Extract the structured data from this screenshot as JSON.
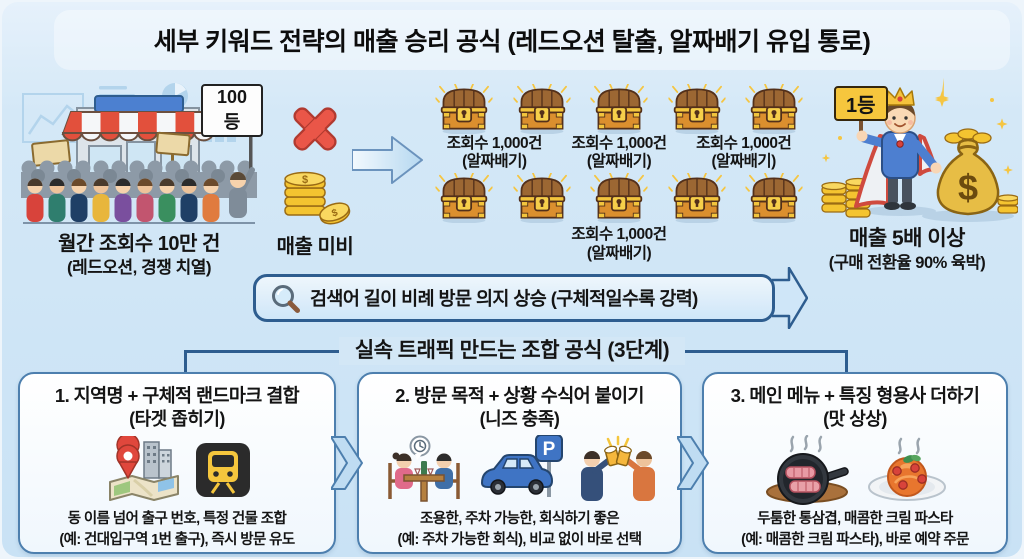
{
  "colors": {
    "background": "#cfe6f7",
    "box_border": "#4d7fae",
    "banner_border": "#2e5d8f",
    "fail_red": "#ea5648",
    "gold": "#f4c430",
    "king_blue": "#4d7fd0"
  },
  "title": "세부 키워드 전략의 매출 승리 공식 (레드오션 탈출, 알짜배기 유입 통로)",
  "red_ocean": {
    "rank_sign": "100등",
    "caption": "월간 조회수 10만 건",
    "subcaption": "(레드오션, 경쟁 치열)"
  },
  "fail": {
    "label": "매출 미비"
  },
  "chest_labels": {
    "views": "조회수 1,000건",
    "tag": "(알짜배기)"
  },
  "winner": {
    "rank_sign": "1등",
    "caption": "매출 5배 이상",
    "subcaption": "(구매 전환율 90% 육박)"
  },
  "banner": {
    "text": "검색어 길이 비례 방문 의지 상승 (구체적일수록 강력)"
  },
  "combo": {
    "heading": "실속 트래픽 만드는 조합 공식 (3단계)",
    "steps": [
      {
        "title": "1. 지역명 + 구체적 랜드마크 결합",
        "subtitle": "(타겟 좁히기)",
        "desc_line1": "동 이름 넘어 출구 번호, 특정 건물 조합",
        "desc_line2": "(예: 건대입구역 1번 출구), 즉시 방문 유도"
      },
      {
        "title": "2. 방문 목적 + 상황 수식어 붙이기",
        "subtitle": "(니즈 충족)",
        "desc_line1": "조용한, 주차 가능한, 회식하기 좋은",
        "desc_line2": "(예: 주차 가능한 회식), 비교 없이 바로 선택"
      },
      {
        "title": "3. 메인 메뉴 + 특징 형용사 더하기",
        "subtitle": "(맛 상상)",
        "desc_line1": "두툼한 통삼겹, 매콤한 크림 파스타",
        "desc_line2": "(예: 매콤한 크림 파스타), 바로 예약 주문"
      }
    ]
  },
  "icons": {
    "dollar": "$",
    "parking_letter": "P"
  }
}
